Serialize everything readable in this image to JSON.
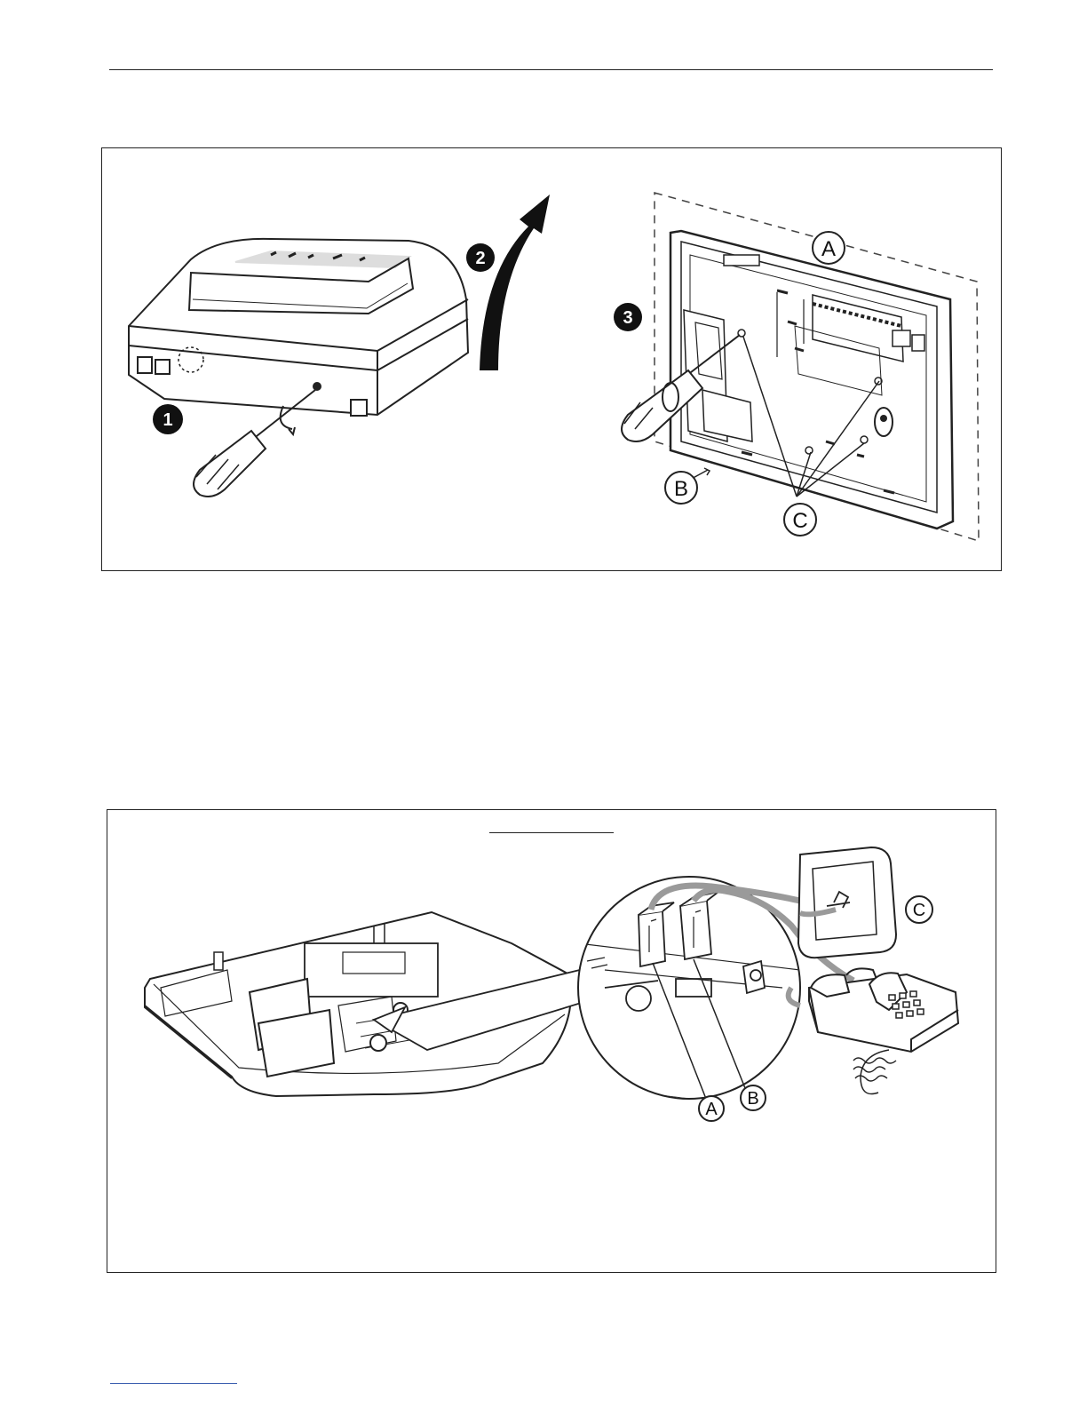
{
  "figure_1": {
    "step_labels": [
      "1",
      "2",
      "3"
    ],
    "callouts": [
      "A",
      "B",
      "C"
    ],
    "icons": [
      "screwdriver-icon",
      "curved-arrow-up-icon"
    ]
  },
  "figure_2": {
    "callouts": [
      "A",
      "B",
      "C"
    ],
    "icons": [
      "wall-phone-jack-icon",
      "telephone-handset-icon",
      "magnifier-circle-icon"
    ]
  },
  "colors": {
    "line": "#222222",
    "cable": "#9a9a9a",
    "link": "#3c5fb0"
  }
}
